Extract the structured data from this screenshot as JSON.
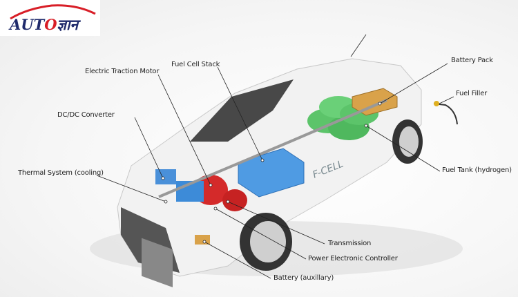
{
  "logo": {
    "text_latin": "AUT",
    "text_o": "O",
    "text_hindi": "ज्ञान",
    "colors": {
      "blue": "#1f2a6b",
      "red": "#d81e27"
    }
  },
  "labels": {
    "electric_traction_motor": "Electric Traction Motor",
    "fuel_cell_stack": "Fuel Cell Stack",
    "dc_dc_converter": "DC/DC Converter",
    "thermal_system": "Thermal System (cooling)",
    "battery_pack": "Battery Pack",
    "fuel_filler": "Fuel Filler",
    "fuel_tank": "Fuel Tank (hydrogen)",
    "transmission": "Transmission",
    "power_electronic_controller": "Power Electronic Controller",
    "battery_auxillary": "Battery (auxillary)"
  },
  "car_badge": "F-CELL"
}
